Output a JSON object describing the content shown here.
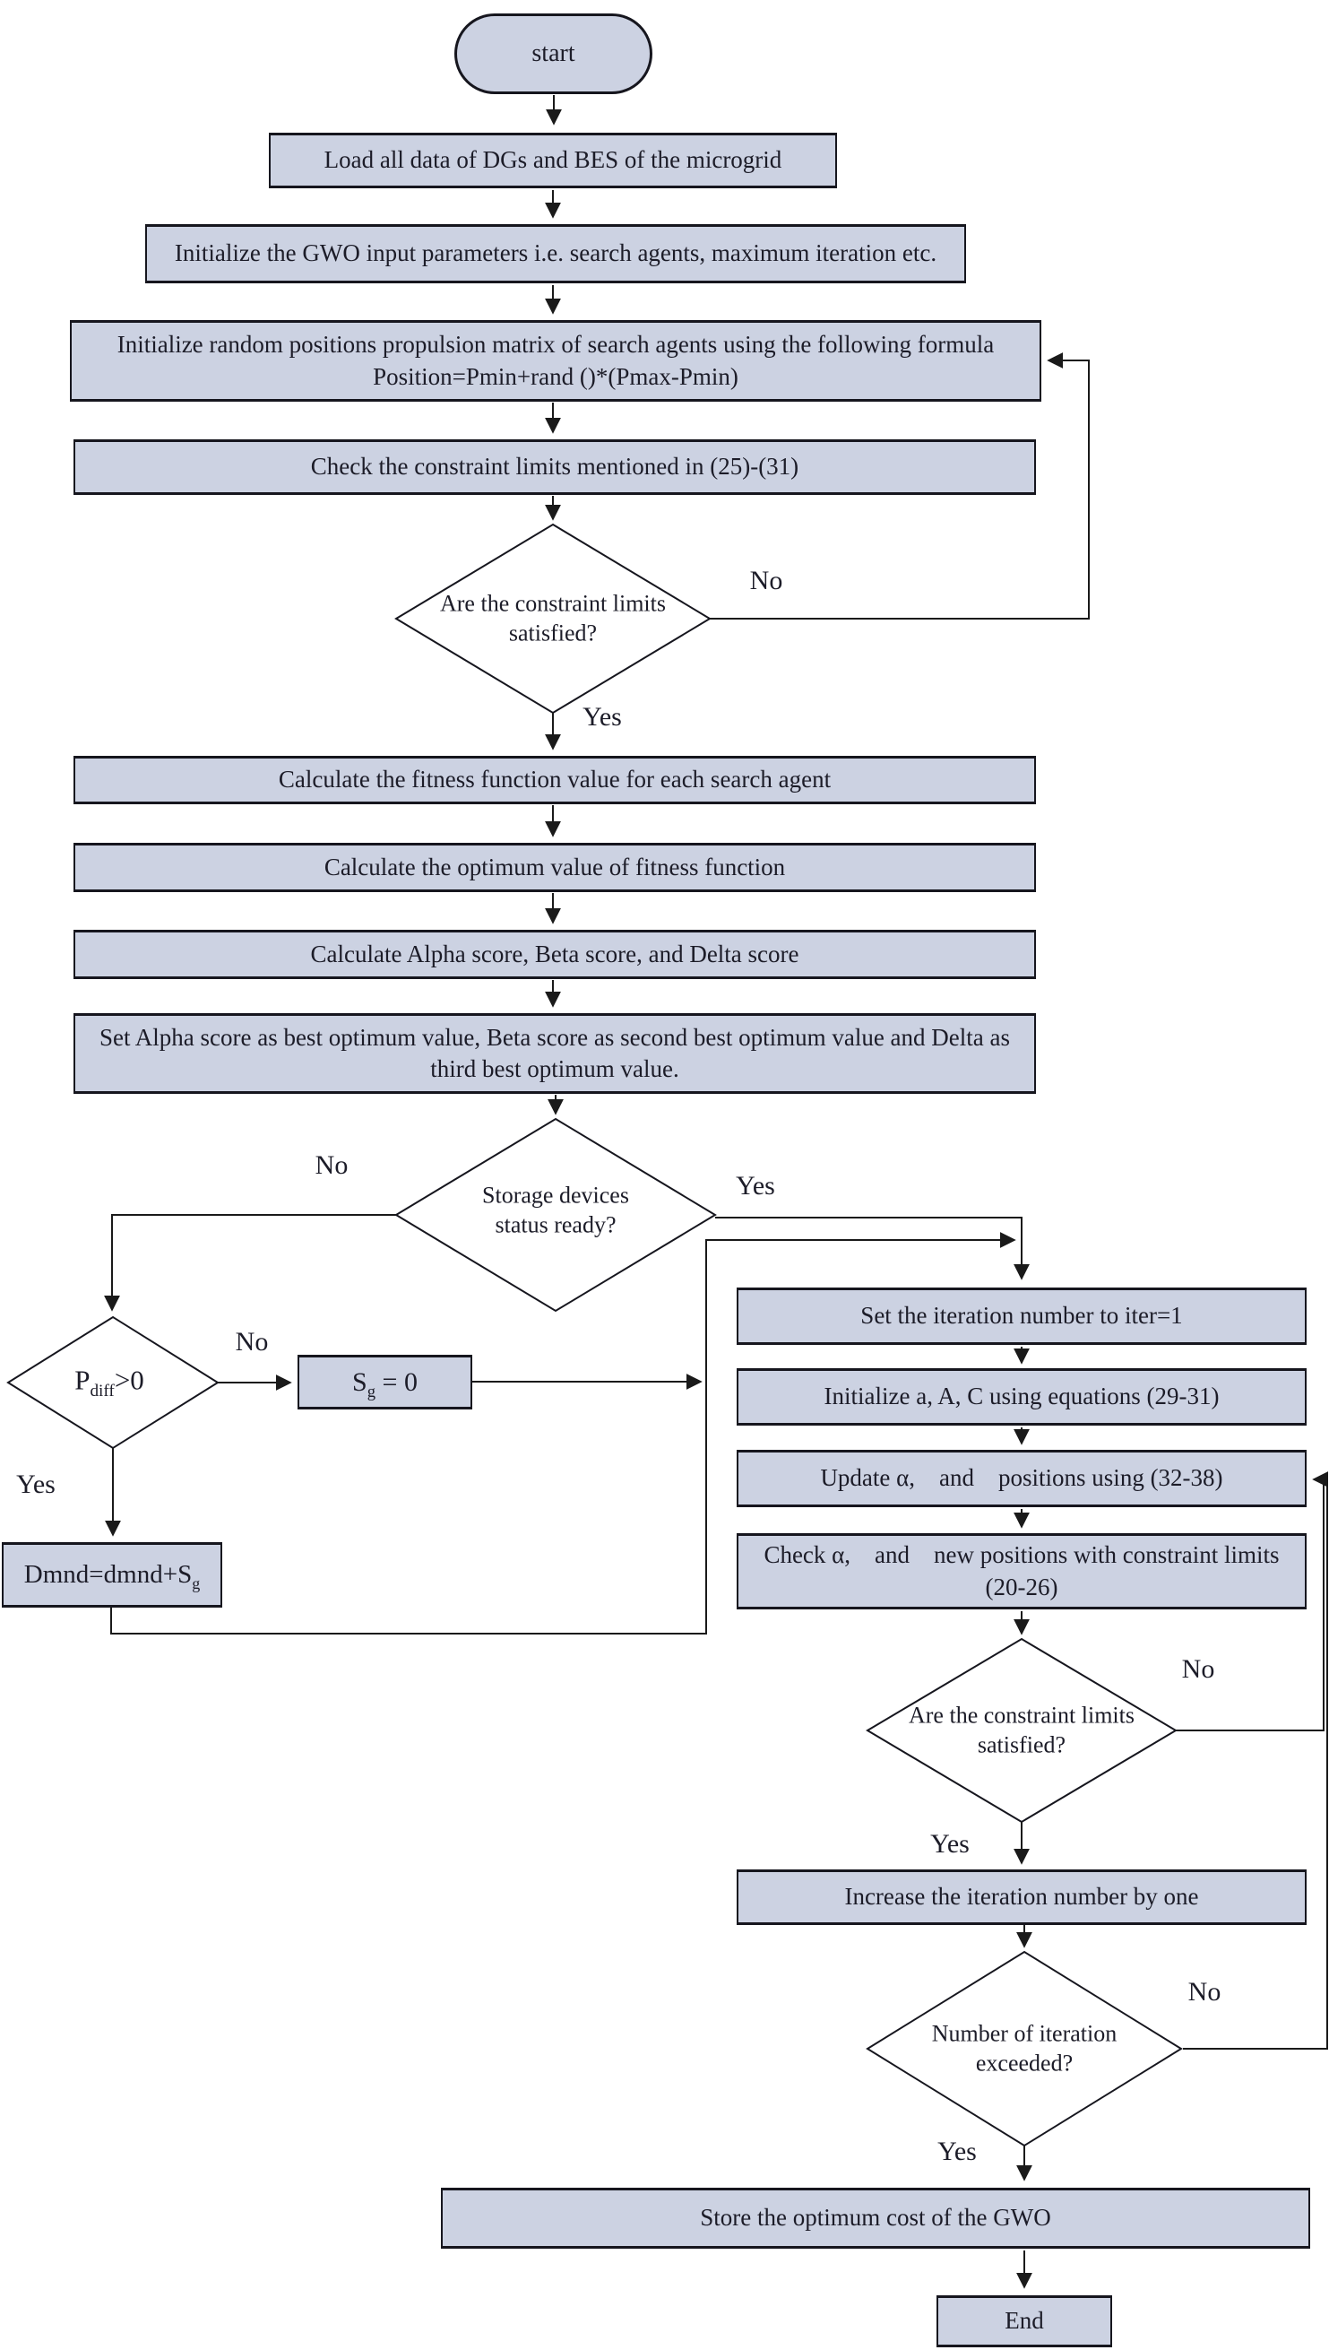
{
  "flowchart": {
    "nodes": {
      "start": {
        "label": "start"
      },
      "load_data": {
        "label": "Load all data of DGs and BES of the microgrid"
      },
      "init_params": {
        "label": "Initialize the GWO input parameters i.e. search agents, maximum iteration etc."
      },
      "init_positions": {
        "line1": "Initialize random positions propulsion matrix of search agents using the following formula",
        "line2": "Position=Pmin+rand ()*(Pmax-Pmin)"
      },
      "check_limits": {
        "label": "Check the constraint limits mentioned in (25)-(31)"
      },
      "constraints_decision_1": {
        "line1": "Are the constraint limits",
        "line2": "satisfied?"
      },
      "calc_fitness": {
        "label": "Calculate the fitness function value for each search agent"
      },
      "calc_optimum": {
        "label": "Calculate the optimum value of fitness function"
      },
      "calc_scores": {
        "label": "Calculate Alpha score, Beta score, and Delta score"
      },
      "set_scores": {
        "line1": "Set Alpha score as best optimum value, Beta score as second best optimum value and Delta as",
        "line2": "third best optimum value."
      },
      "storage_ready_decision": {
        "line1": "Storage devices",
        "line2": "status ready?"
      },
      "pdiff_decision": {
        "base": "P",
        "sub": "diff",
        "rest": ">0"
      },
      "sg_zero": {
        "base": "S",
        "sub": "g",
        "rest": " = 0"
      },
      "dmnd": {
        "base": "Dmnd=dmnd+S",
        "sub": "g"
      },
      "set_iter": {
        "label": "Set the iteration number to iter=1"
      },
      "init_aac": {
        "label": "Initialize a, A, C using equations (29-31)"
      },
      "update_positions": {
        "label": "Update α,    and    positions using (32-38)"
      },
      "check_new_positions": {
        "line1": "Check α,    and    new positions with constraint limits",
        "line2": "(20-26)"
      },
      "constraints_decision_2": {
        "line1": "Are the constraint limits",
        "line2": "satisfied?"
      },
      "increase_iter": {
        "label": "Increase the iteration number by one"
      },
      "iter_exceeded_decision": {
        "line1": "Number of iteration",
        "line2": "exceeded?"
      },
      "store_cost": {
        "label": "Store the optimum cost of the GWO"
      },
      "end": {
        "label": "End"
      }
    },
    "edge_labels": {
      "d1_no": "No",
      "d1_yes": "Yes",
      "d2_no": "No",
      "d2_yes": "Yes",
      "d3_no": "No",
      "d3_yes": "Yes",
      "d4_no": "No",
      "d4_yes": "Yes",
      "d5_no": "No",
      "d5_yes": "Yes"
    },
    "colors": {
      "node_fill": "#ccd2e2",
      "node_border": "#16161e",
      "decision_fill": "#ffffff",
      "connector": "#1a1a1a",
      "text": "#1c1c28",
      "background": "#ffffff"
    }
  }
}
